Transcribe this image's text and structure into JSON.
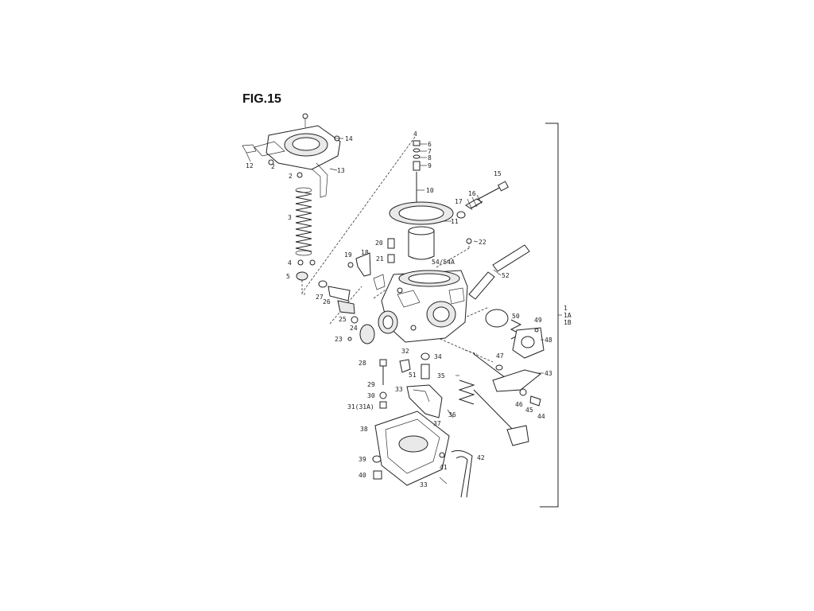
{
  "figure": {
    "title": "FIG.15"
  },
  "assembly_refs": [
    "1",
    "1A",
    "1B"
  ],
  "callouts": [
    {
      "id": "c2a",
      "text": "2"
    },
    {
      "id": "c2b",
      "text": "2"
    },
    {
      "id": "c3",
      "text": "3"
    },
    {
      "id": "c4a",
      "text": "4"
    },
    {
      "id": "c4b",
      "text": "4"
    },
    {
      "id": "c5",
      "text": "5"
    },
    {
      "id": "c6",
      "text": "6"
    },
    {
      "id": "c7",
      "text": "7"
    },
    {
      "id": "c8",
      "text": "8"
    },
    {
      "id": "c9",
      "text": "9"
    },
    {
      "id": "c10",
      "text": "10"
    },
    {
      "id": "c11",
      "text": "11"
    },
    {
      "id": "c12",
      "text": "12"
    },
    {
      "id": "c13",
      "text": "13"
    },
    {
      "id": "c14",
      "text": "14"
    },
    {
      "id": "c15",
      "text": "15"
    },
    {
      "id": "c16",
      "text": "16"
    },
    {
      "id": "c17",
      "text": "17"
    },
    {
      "id": "c18",
      "text": "18"
    },
    {
      "id": "c19",
      "text": "19"
    },
    {
      "id": "c20",
      "text": "20"
    },
    {
      "id": "c21",
      "text": "21"
    },
    {
      "id": "c22",
      "text": "22"
    },
    {
      "id": "c23",
      "text": "23"
    },
    {
      "id": "c24",
      "text": "24"
    },
    {
      "id": "c25",
      "text": "25"
    },
    {
      "id": "c26",
      "text": "26"
    },
    {
      "id": "c27",
      "text": "27"
    },
    {
      "id": "c28",
      "text": "28"
    },
    {
      "id": "c29",
      "text": "29"
    },
    {
      "id": "c30",
      "text": "30"
    },
    {
      "id": "c31",
      "text": "31(31A)"
    },
    {
      "id": "c32",
      "text": "32"
    },
    {
      "id": "c33a",
      "text": "33"
    },
    {
      "id": "c33b",
      "text": "33"
    },
    {
      "id": "c34",
      "text": "34"
    },
    {
      "id": "c35",
      "text": "35"
    },
    {
      "id": "c36",
      "text": "36"
    },
    {
      "id": "c37",
      "text": "37"
    },
    {
      "id": "c38",
      "text": "38"
    },
    {
      "id": "c39",
      "text": "39"
    },
    {
      "id": "c40",
      "text": "40"
    },
    {
      "id": "c41",
      "text": "41"
    },
    {
      "id": "c42",
      "text": "42"
    },
    {
      "id": "c43",
      "text": "43"
    },
    {
      "id": "c44",
      "text": "44"
    },
    {
      "id": "c45",
      "text": "45"
    },
    {
      "id": "c46",
      "text": "46"
    },
    {
      "id": "c47",
      "text": "47"
    },
    {
      "id": "c48",
      "text": "48"
    },
    {
      "id": "c49",
      "text": "49"
    },
    {
      "id": "c50",
      "text": "50"
    },
    {
      "id": "c51",
      "text": "51"
    },
    {
      "id": "c52",
      "text": "52"
    },
    {
      "id": "c54",
      "text": "54/54A"
    }
  ]
}
